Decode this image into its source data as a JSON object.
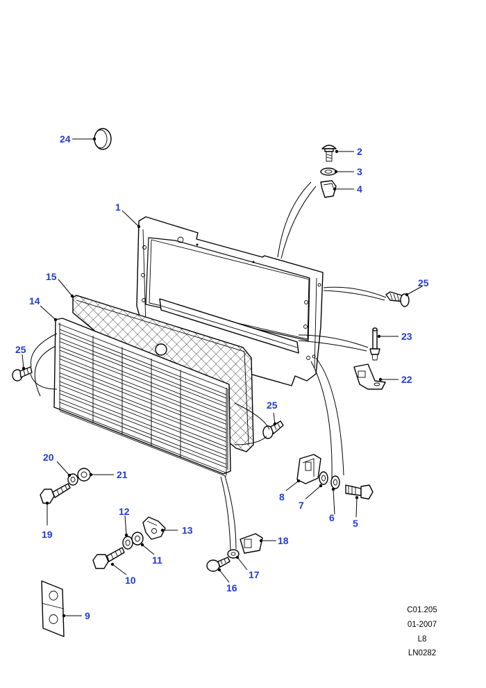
{
  "callouts": {
    "c1": "1",
    "c2": "2",
    "c3": "3",
    "c4": "4",
    "c5": "5",
    "c6": "6",
    "c7": "7",
    "c8": "8",
    "c9": "9",
    "c10": "10",
    "c11": "11",
    "c12": "12",
    "c13": "13",
    "c14": "14",
    "c15": "15",
    "c16": "16",
    "c17": "17",
    "c18": "18",
    "c19": "19",
    "c20": "20",
    "c21": "21",
    "c22": "22",
    "c23": "23",
    "c24": "24",
    "c25a": "25",
    "c25b": "25",
    "c25c": "25"
  },
  "reference": {
    "code": "C01.205",
    "date": "01-2007",
    "level": "L8",
    "illustration": "LN0282"
  },
  "colors": {
    "callout": "#1f3bd6",
    "line": "#000000"
  }
}
